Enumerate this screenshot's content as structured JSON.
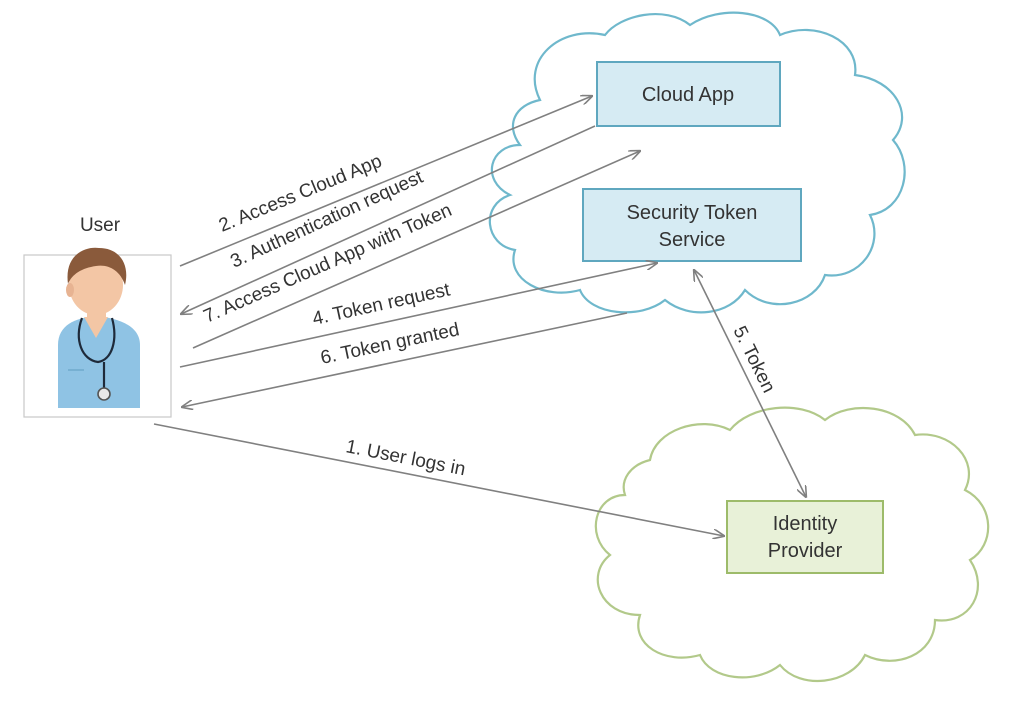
{
  "user": {
    "label": "User"
  },
  "nodes": {
    "cloud_app": {
      "label": "Cloud App"
    },
    "sts": {
      "line1": "Security Token",
      "line2": "Service"
    },
    "idp": {
      "line1": "Identity",
      "line2": "Provider"
    }
  },
  "arrows": {
    "access_cloud_app": "2. Access Cloud App",
    "auth_request": "3. Authentication request",
    "access_with_token": "7. Access Cloud App with Token",
    "token_request": "4. Token request",
    "token_granted": "6. Token granted",
    "token": "5. Token",
    "user_logs_in": "1. User logs in"
  },
  "colors": {
    "cloud_blue_stroke": "#6fb8cc",
    "cloud_green_stroke": "#b2c98a",
    "box_blue_fill": "#d6ebf3",
    "box_blue_stroke": "#5fa7bf",
    "box_green_fill": "#e8f1d8",
    "box_green_stroke": "#9dbb6a",
    "arrow": "#808080",
    "scrubs": "#8fc3e4",
    "hair": "#8a5a3b",
    "skin": "#f3c6a5"
  }
}
